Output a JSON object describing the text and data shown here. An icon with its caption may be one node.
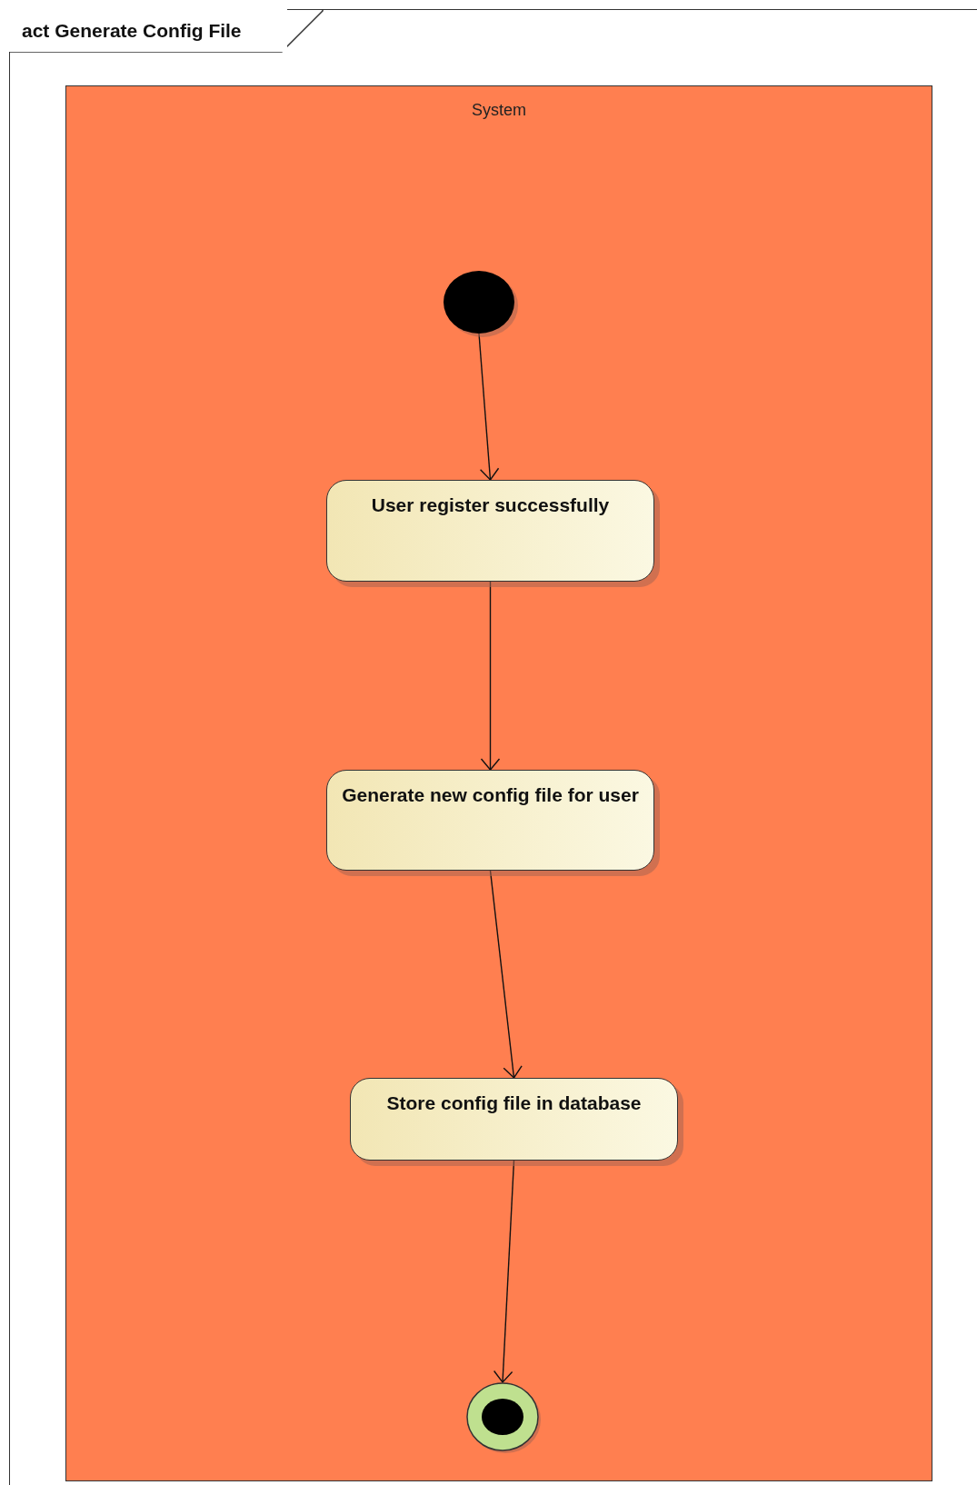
{
  "diagram": {
    "title": "act Generate Config File",
    "nodes": [
      {
        "text": [
          "System"
        ]
      },
      {
        "text": [],
        "shape": "circle",
        "in": 0
      },
      {
        "text": [
          "User register successfully"
        ],
        "in": 0
      },
      {
        "text": [
          "Generate new config file for user"
        ],
        "in": 0
      },
      {
        "text": [
          "Store config file in database"
        ],
        "in": 0
      },
      {
        "text": [],
        "shape": "circle",
        "in": 0
      }
    ],
    "edges": [
      {
        "from": 1,
        "to": 2,
        "arrow": "to"
      },
      {
        "from": 2,
        "to": 3,
        "arrow": "to"
      },
      {
        "from": 3,
        "to": 4,
        "arrow": "to"
      },
      {
        "from": 4,
        "to": 5,
        "arrow": "to"
      }
    ]
  }
}
